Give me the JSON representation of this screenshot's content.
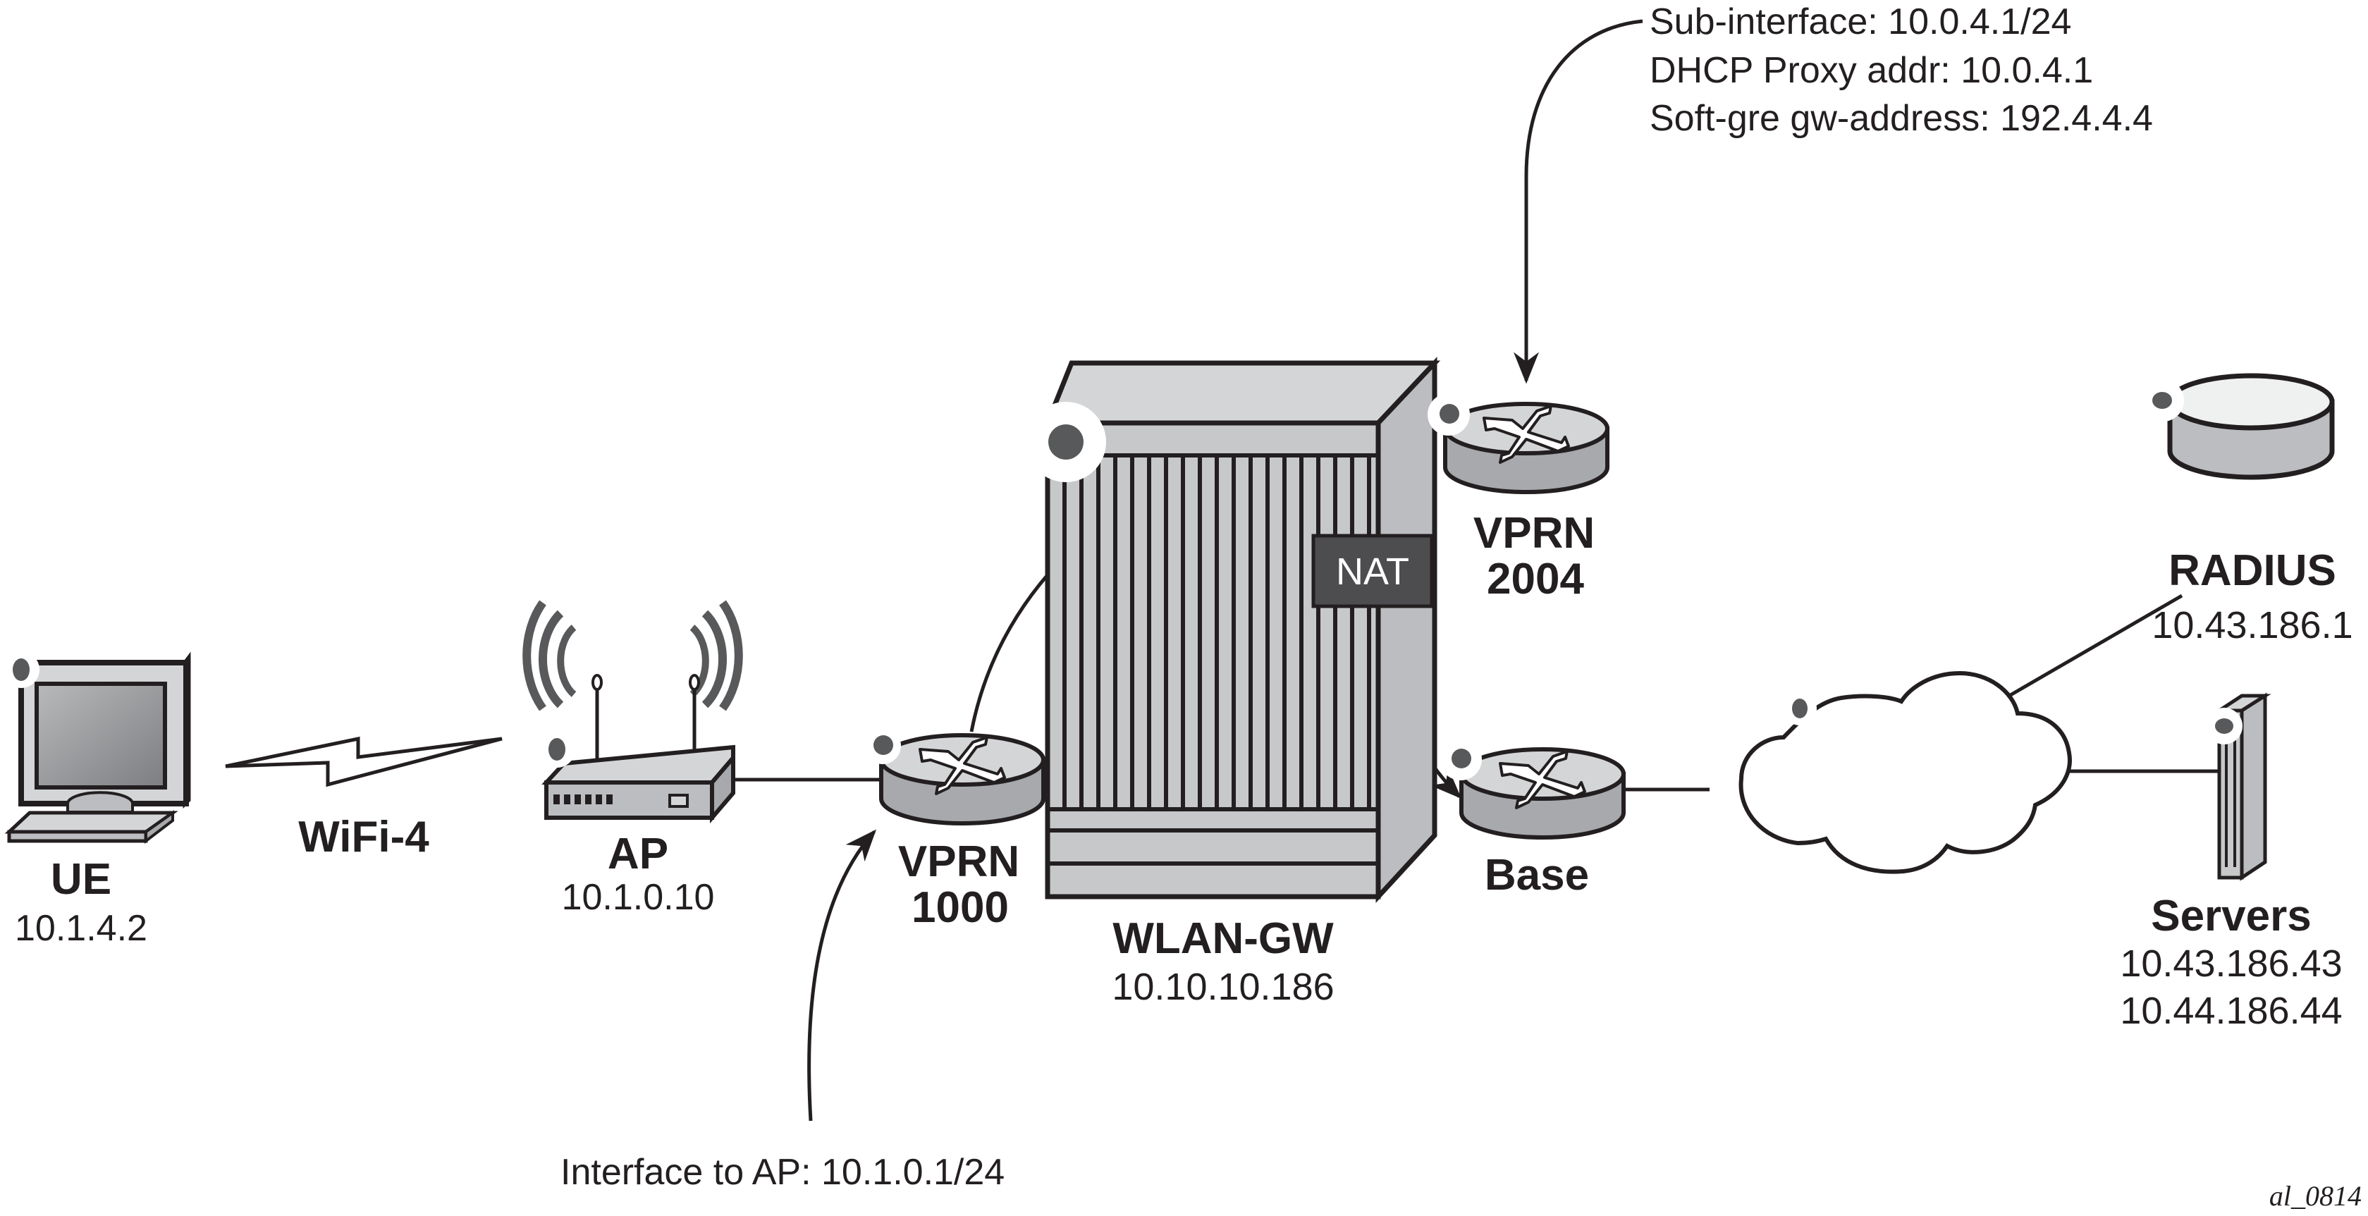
{
  "diagram": {
    "figure_id": "al_0814",
    "colors": {
      "line": "#231f20",
      "device_light": "#d4d5d7",
      "device_mid": "#bcbdc0",
      "device_dark": "#a7a9ac",
      "badge": "#58595b",
      "nat_box": "#4d4d4f"
    },
    "nodes": {
      "ue": {
        "name": "UE",
        "address": "10.1.4.2",
        "icon": "computer-icon"
      },
      "ap": {
        "name": "AP",
        "address": "10.1.0.10",
        "icon": "wireless-access-point-icon"
      },
      "vprn1000": {
        "name_line1": "VPRN",
        "name_line2": "1000",
        "icon": "router-icon"
      },
      "wlan_gw": {
        "name": "WLAN-GW",
        "address": "10.10.10.186",
        "icon": "chassis-icon"
      },
      "nat": {
        "label": "NAT"
      },
      "vprn2004": {
        "name_line1": "VPRN",
        "name_line2": "2004",
        "icon": "router-icon"
      },
      "base": {
        "name": "Base",
        "icon": "router-icon"
      },
      "cloud": {
        "icon": "cloud-icon"
      },
      "radius": {
        "name": "RADIUS",
        "address": "10.43.186.1",
        "icon": "database-icon"
      },
      "servers": {
        "name": "Servers",
        "addresses": [
          "10.43.186.43",
          "10.44.186.44"
        ],
        "icon": "server-icon"
      }
    },
    "links": {
      "wifi": {
        "label": "WiFi-4"
      }
    },
    "annotations": {
      "top": [
        "Sub-interface: 10.0.4.1/24",
        "DHCP Proxy addr: 10.0.4.1",
        "Soft-gre gw-address: 192.4.4.4"
      ],
      "bottom": "Interface to AP: 10.1.0.1/24"
    }
  }
}
